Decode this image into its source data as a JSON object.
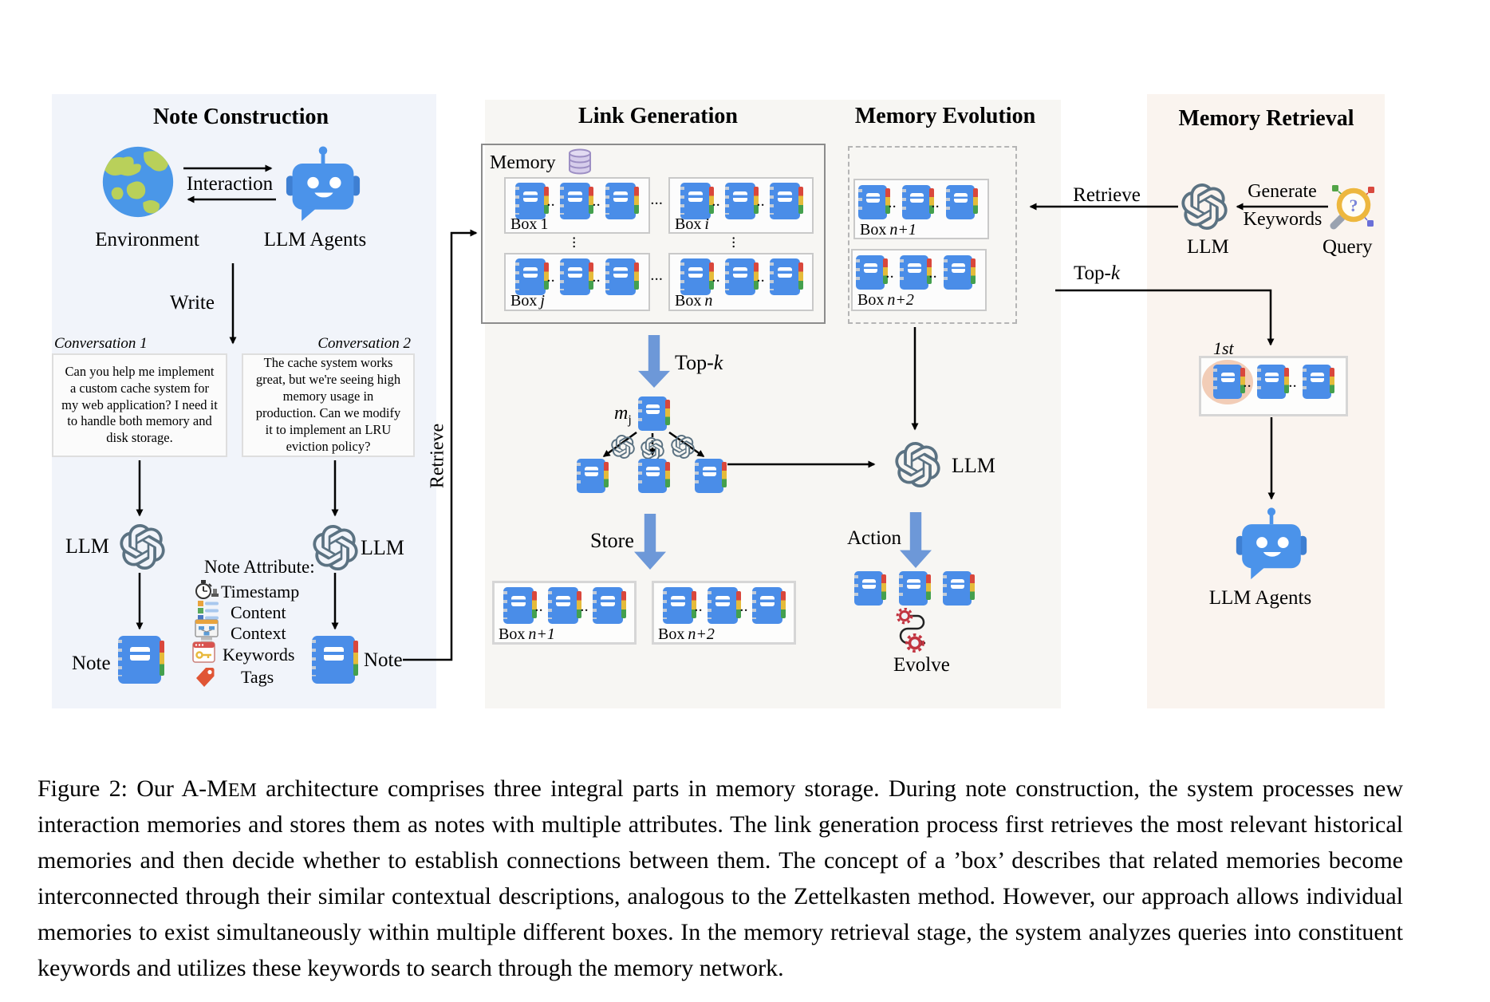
{
  "note_construction": {
    "title": "Note Construction",
    "environment_label": "Environment",
    "llm_agents_label": "LLM Agents",
    "interaction_label": "Interaction",
    "write_label": "Write",
    "conversation1": {
      "title": "Conversation 1",
      "text": "Can you help me implement a custom cache system for my web application? I need it to handle both memory and disk storage."
    },
    "conversation2": {
      "title": "Conversation 2",
      "text": "The cache system works great, but we're seeing high memory usage in production. Can we modify it to implement an LRU eviction policy?"
    },
    "llm_label": "LLM",
    "note_attribute_heading": "Note Attribute:",
    "attributes": [
      "Timestamp",
      "Content",
      "Context",
      "Keywords",
      "Tags"
    ],
    "note_label": "Note",
    "retrieve_label": "Retrieve"
  },
  "link_generation": {
    "title": "Link Generation",
    "memory_label": "Memory",
    "box_prefix": "Box",
    "box1": "1",
    "boxi": "i",
    "boxj": "j",
    "boxn": "n",
    "boxn1": "n+1",
    "boxn2": "n+2",
    "topk_prefix": "Top-",
    "topk_var": "k",
    "mj_base": "m",
    "mj_sub": "j",
    "store_label": "Store"
  },
  "memory_evolution": {
    "title": "Memory Evolution",
    "box_prefix": "Box",
    "boxn1": "n+1",
    "boxn2": "n+2",
    "retrieve_label": "Retrieve",
    "topk_prefix": "Top-",
    "topk_var": "k",
    "llm_label": "LLM",
    "action_label": "Action",
    "evolve_label": "Evolve"
  },
  "memory_retrieval": {
    "title": "Memory Retrieval",
    "llm_label": "LLM",
    "generate_label": "Generate",
    "keywords_label": "Keywords",
    "query_label": "Query",
    "first_label": "1st",
    "llm_agents_label": "LLM Agents"
  },
  "decor": {
    "dots2": "..",
    "dots3": "...",
    "vdots": "..."
  },
  "caption": {
    "lead": "Figure 2: Our ",
    "brand_head": "A-M",
    "brand_smallcaps": "EM",
    "body": " architecture comprises three integral parts in memory storage. During note construction, the system processes new interaction memories and stores them as notes with multiple attributes. The link generation process first retrieves the most relevant historical memories and then decide whether to establish connections between them. The concept of a ’box’ describes that related memories become interconnected through their similar contextual descriptions, analogous to the Zettelkasten method. However, our approach allows individual memories to exist simultaneously within multiple different boxes. In the memory retrieval stage, the system analyzes queries into constituent keywords and utilizes these keywords to search through the memory network."
  },
  "colors": {
    "note_blue": "#4a8de8",
    "flow_arrow_blue": "#6d98d8",
    "openai_slate": "#5b7282",
    "panel_nc_bg": "#f1f4fa",
    "panel_mid_bg": "#f7f6f3",
    "panel_mr_bg": "#faf4ef",
    "tab_red": "#d9473c",
    "tab_yellow": "#e5bb3a",
    "tab_green": "#44a04e"
  }
}
